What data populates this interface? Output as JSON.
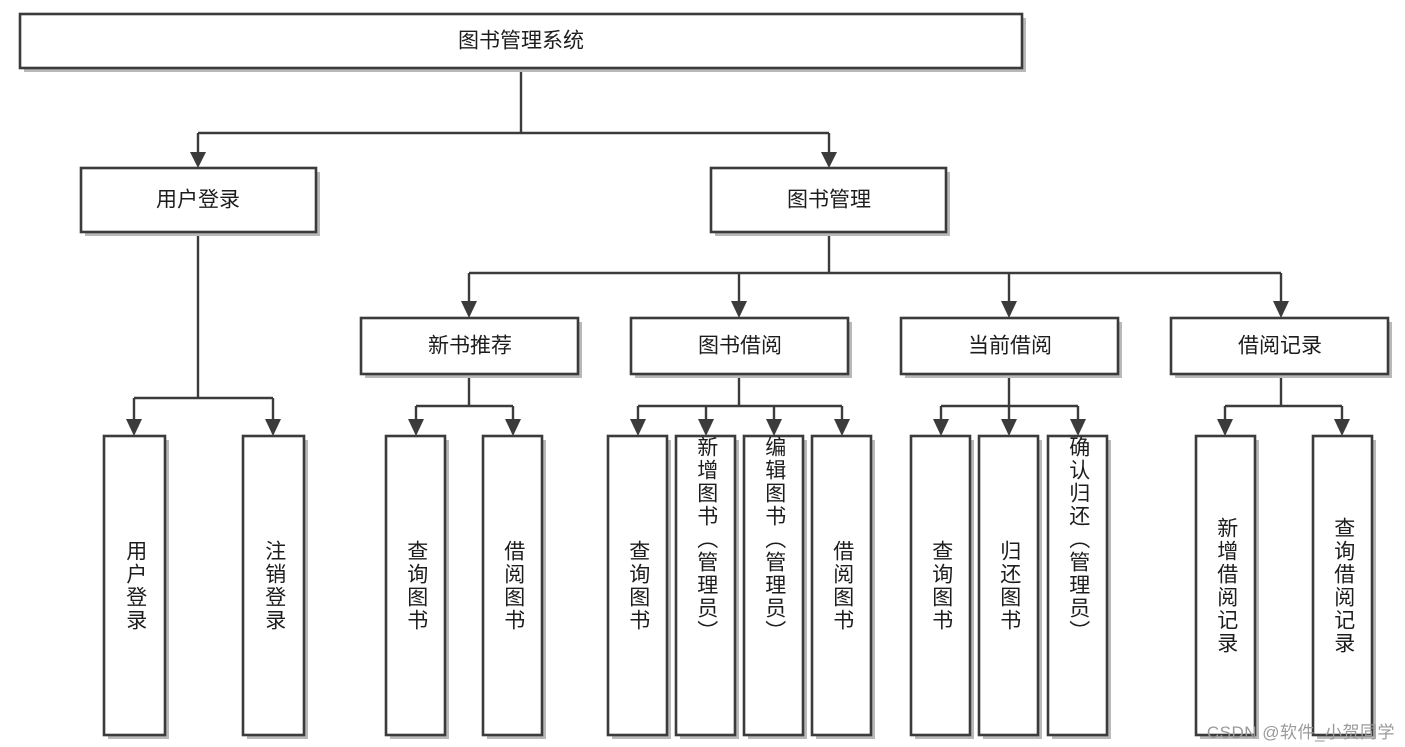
{
  "diagram": {
    "title": "图书管理系统",
    "type": "hierarchy-tree",
    "watermark": "CSDN @软件_小贺同学",
    "colors": {
      "box_stroke": "#3b3b3b",
      "box_fill": "#ffffff",
      "text": "#1d1d1d",
      "shadow": "#b9b9b9",
      "watermark": "#9a9a9a"
    },
    "levels": {
      "root": {
        "label": "图书管理系统"
      },
      "level2": [
        {
          "label": "用户登录"
        },
        {
          "label": "图书管理"
        }
      ],
      "level3": [
        {
          "label": "新书推荐"
        },
        {
          "label": "图书借阅"
        },
        {
          "label": "当前借阅"
        },
        {
          "label": "借阅记录"
        }
      ],
      "leaves": {
        "user_login": [
          {
            "label": "用户登录"
          },
          {
            "label": "注销登录"
          }
        ],
        "new_book_recommend": [
          {
            "label": "查询图书"
          },
          {
            "label": "借阅图书"
          }
        ],
        "book_borrow": [
          {
            "label": "查询图书"
          },
          {
            "label": "新增图书（管理员）"
          },
          {
            "label": "编辑图书（管理员）"
          },
          {
            "label": "借阅图书"
          }
        ],
        "current_borrow": [
          {
            "label": "查询图书"
          },
          {
            "label": "归还图书"
          },
          {
            "label": "确认归还（管理员）"
          }
        ],
        "borrow_record": [
          {
            "label": "新增借阅记录"
          },
          {
            "label": "查询借阅记录"
          }
        ]
      }
    }
  }
}
